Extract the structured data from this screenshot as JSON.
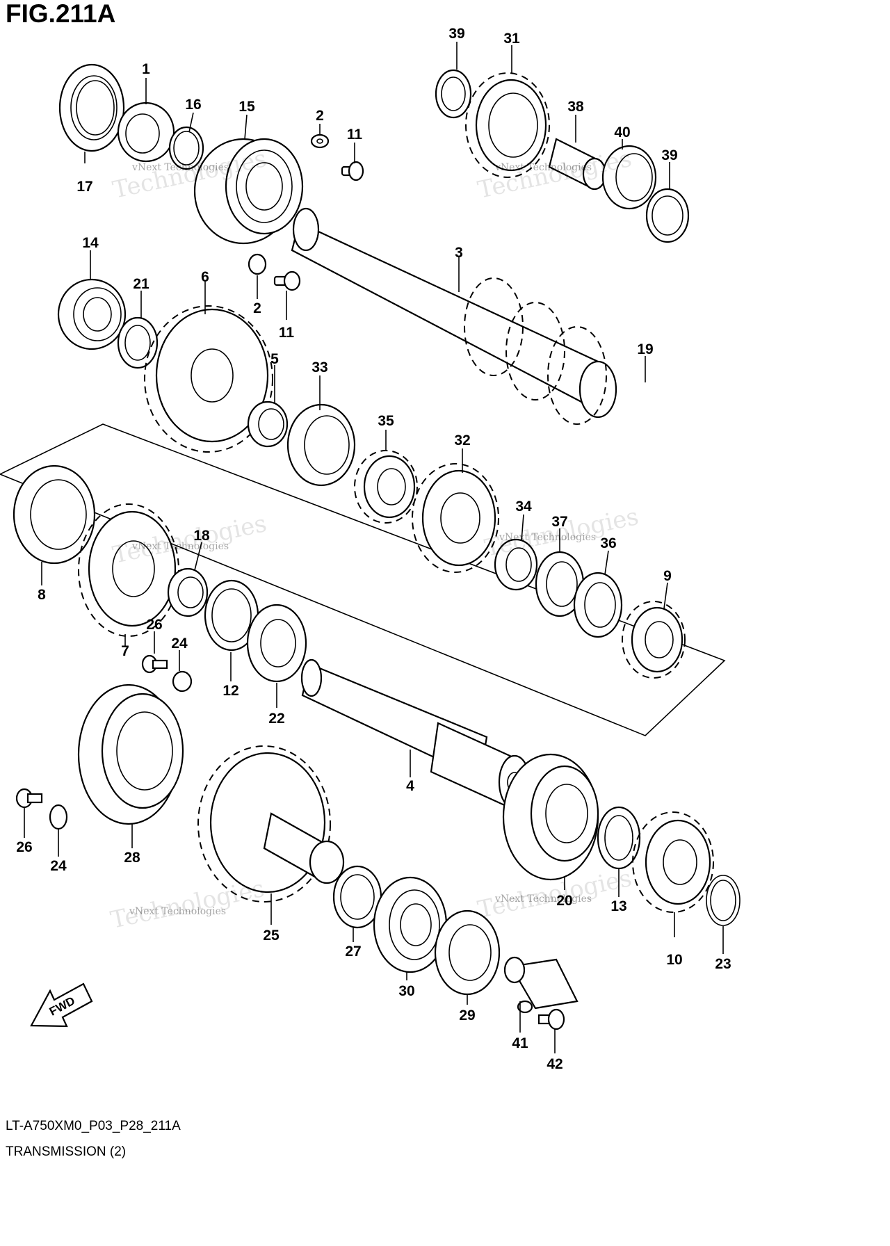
{
  "figure": {
    "title": "FIG.211A",
    "code": "LT-A750XM0_P03_P28_211A",
    "name": "TRANSMISSION (2)"
  },
  "watermark": {
    "line1": "vNext Technologies",
    "line2": "Technologies"
  },
  "fwd_label": "FWD",
  "callouts": [
    "1",
    "2",
    "2",
    "3",
    "4",
    "5",
    "6",
    "7",
    "8",
    "9",
    "10",
    "11",
    "11",
    "12",
    "13",
    "14",
    "15",
    "16",
    "17",
    "18",
    "19",
    "20",
    "21",
    "22",
    "23",
    "24",
    "24",
    "25",
    "26",
    "26",
    "27",
    "28",
    "29",
    "30",
    "31",
    "32",
    "33",
    "34",
    "35",
    "36",
    "37",
    "38",
    "39",
    "39",
    "40",
    "41",
    "42"
  ]
}
